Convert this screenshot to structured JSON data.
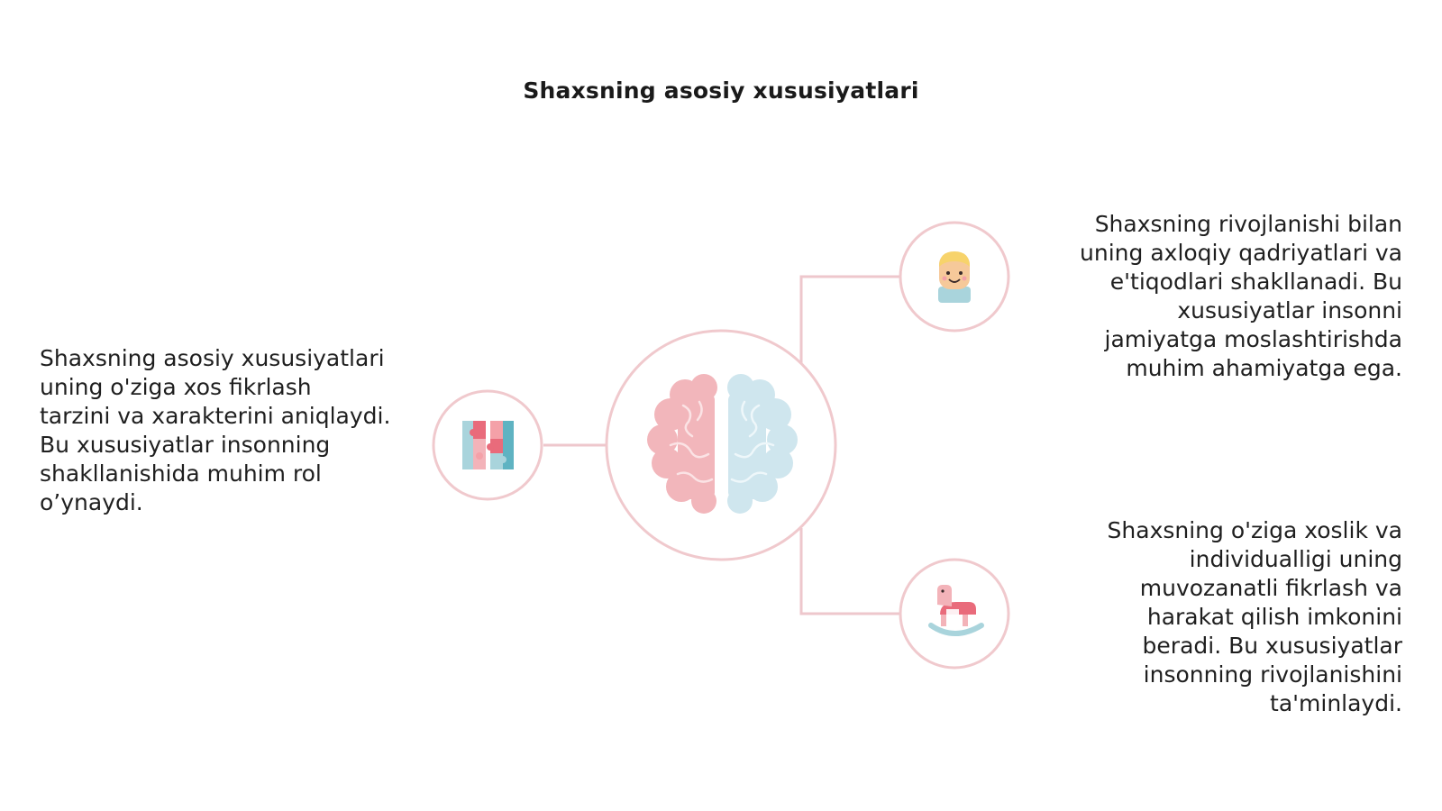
{
  "title": "Shaxsning asosiy xususiyatlari",
  "colors": {
    "connector": "#eec7cc",
    "circle_stroke": "#f0c9cd",
    "brain_left": "#f2b6bb",
    "brain_right": "#cfe6ee"
  },
  "nodes": {
    "center": {
      "icon": "brain-icon"
    },
    "left": {
      "icon": "puzzle-icon",
      "text": "Shaxsning asosiy xususiyatlari\nuning o'ziga xos fikrlash\ntarzini va xarakterini aniqlaydi.\nBu xususiyatlar insonning\nshakllanishida muhim rol\no’ynaydi."
    },
    "top_right": {
      "icon": "child-face-icon",
      "text": "Shaxsning rivojlanishi bilan\nuning axloqiy qadriyatlari va\ne'tiqodlari shakllanadi. Bu\nxususiyatlar insonni\njamiyatga moslashtirishda\nmuhim ahamiyatga ega."
    },
    "bottom_right": {
      "icon": "rocking-horse-icon",
      "text": "Shaxsning o'ziga xoslik va\nindividualligi uning\nmuvozanatli fikrlash va\nharakat qilish imkonini\nberadi. Bu xususiyatlar\ninsonning rivojlanishini\nta'minlaydi."
    }
  }
}
